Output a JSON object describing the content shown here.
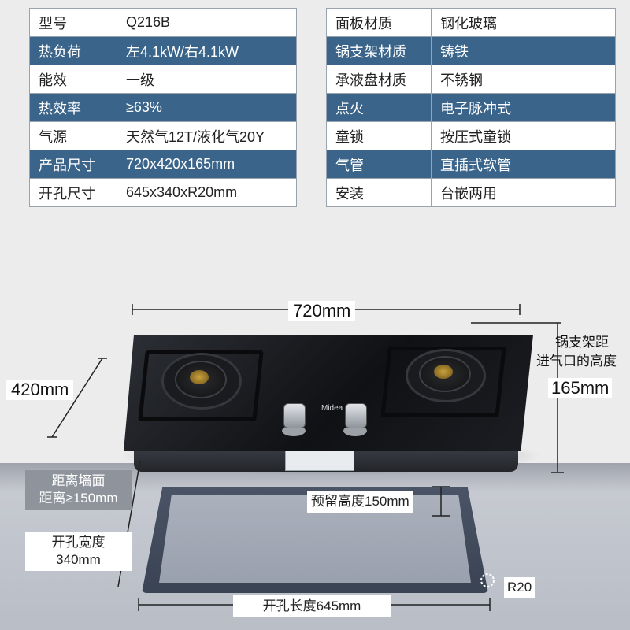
{
  "specs_left": [
    {
      "key": "型号",
      "value": "Q216B"
    },
    {
      "key": "热负荷",
      "value": "左4.1kW/右4.1kW"
    },
    {
      "key": "能效",
      "value": "一级"
    },
    {
      "key": "热效率",
      "value": "≥63%"
    },
    {
      "key": "气源",
      "value": "天然气12T/液化气20Y"
    },
    {
      "key": "产品尺寸",
      "value": "720x420x165mm"
    },
    {
      "key": "开孔尺寸",
      "value": "645x340xR20mm"
    }
  ],
  "specs_right": [
    {
      "key": "面板材质",
      "value": "钢化玻璃"
    },
    {
      "key": "锅支架材质",
      "value": "铸铁"
    },
    {
      "key": "承液盘材质",
      "value": "不锈钢"
    },
    {
      "key": "点火",
      "value": "电子脉冲式"
    },
    {
      "key": "童锁",
      "value": "按压式童锁"
    },
    {
      "key": "气管",
      "value": "直插式软管"
    },
    {
      "key": "安装",
      "value": "台嵌两用"
    }
  ],
  "dimensions": {
    "width": "720mm",
    "depth": "420mm",
    "height_label_line1": "锅支架距",
    "height_label_line2": "进气口的高度",
    "height": "165mm",
    "wall_line1": "距离墙面",
    "wall_line2": "距离≥150mm",
    "reserve_height": "预留高度150mm",
    "cut_width_line1": "开孔宽度",
    "cut_width_line2": "340mm",
    "radius": "R20",
    "cut_length": "开孔长度645mm"
  },
  "brand_logo": "Midea",
  "colors": {
    "table_accent": "#3a6489",
    "background": "#ececec",
    "stove_glass": "#101114"
  }
}
